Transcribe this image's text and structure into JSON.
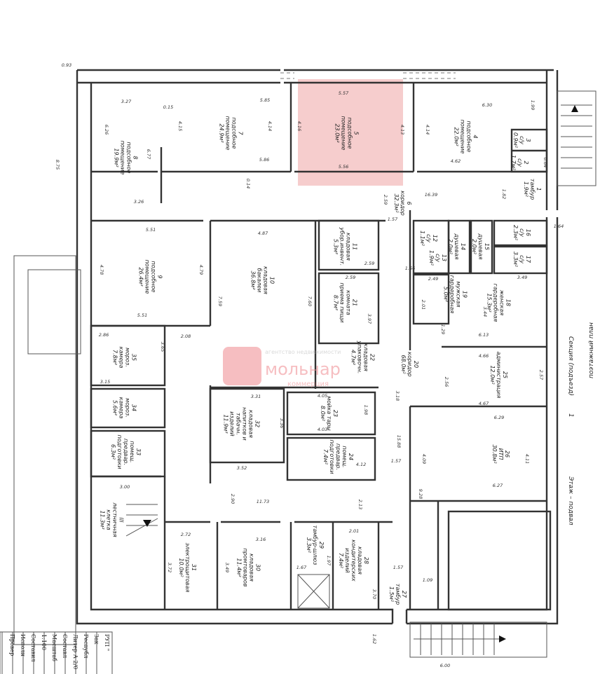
{
  "highlight_color": "#f4c4c4",
  "rooms": [
    {
      "number": "1",
      "name": "тамбур",
      "area": "1.9м²"
    },
    {
      "number": "2",
      "name": "с/у",
      "area": "1.7м²"
    },
    {
      "number": "3",
      "name": "с/у",
      "area": "0.9м²"
    },
    {
      "number": "4",
      "name": "подсобное помещение",
      "area": "22.0м²"
    },
    {
      "number": "5",
      "name": "подсобное помещение",
      "area": "23.0м²"
    },
    {
      "number": "6",
      "name": "коридор",
      "area": "32.3м²"
    },
    {
      "number": "7",
      "name": "подсобное помещение",
      "area": "24.9м²"
    },
    {
      "number": "8",
      "name": "подсобное помещение",
      "area": "19.9м²"
    },
    {
      "number": "9",
      "name": "подсобное помещение",
      "area": "26.4м²"
    },
    {
      "number": "10",
      "name": "кладовая бакалеи",
      "area": "36.8м²"
    },
    {
      "number": "11",
      "name": "кладовая убор.инвент.",
      "area": "5.3м²"
    },
    {
      "number": "12",
      "name": "с/у",
      "area": "1.1м²"
    },
    {
      "number": "13",
      "name": "с/у",
      "area": "1.9м²"
    },
    {
      "number": "14",
      "name": "душевая",
      "area": "2.0м²"
    },
    {
      "number": "15",
      "name": "душевая",
      "area": "2.0м²"
    },
    {
      "number": "16",
      "name": "с/у",
      "area": "2.3м²"
    },
    {
      "number": "17",
      "name": "с/у",
      "area": "3.3м²"
    },
    {
      "number": "18",
      "name": "женская гардеробная",
      "area": "15.3м²"
    },
    {
      "number": "19",
      "name": "мужская гардеробная",
      "area": "5.0м²"
    },
    {
      "number": "20",
      "name": "коридор",
      "area": "68.0м²"
    },
    {
      "number": "21",
      "name": "комната приема пищи",
      "area": "8.7м²"
    },
    {
      "number": "22",
      "name": "кладовая упаковочн.",
      "area": "4.7м²"
    },
    {
      "number": "23",
      "name": "мойка тары",
      "area": "8.0м²"
    },
    {
      "number": "24",
      "name": "помещ. предвар. подготовки",
      "area": "7.4м²"
    },
    {
      "number": "25",
      "name": "администрация",
      "area": "12.0м²"
    },
    {
      "number": "26",
      "name": "ИТП",
      "area": "30.8м²"
    },
    {
      "number": "27",
      "name": "тамбур",
      "area": "1.5м²"
    },
    {
      "number": "28",
      "name": "кладовая кондитерских изделий",
      "area": "7.4м²"
    },
    {
      "number": "29",
      "name": "тамбур-шлюз",
      "area": "3.3м²"
    },
    {
      "number": "30",
      "name": "кладовая промтоваров",
      "area": "11.4м²"
    },
    {
      "number": "31",
      "name": "электрощитовая",
      "area": "10.0м²"
    },
    {
      "number": "32",
      "name": "кладовая напитков и табачн. изделий",
      "area": "11.9м²"
    },
    {
      "number": "33",
      "name": "помещ. предвар. подготовки",
      "area": "6.3м²"
    },
    {
      "number": "34",
      "name": "мороз. камера",
      "area": "5.6м²"
    },
    {
      "number": "35",
      "name": "мороз. камера",
      "area": "7.8м²"
    },
    {
      "number": "III",
      "name": "лестничная клетка",
      "area": "11.3м²"
    }
  ],
  "dimensions": [
    "0.93",
    "8.75",
    "3.27",
    "0.15",
    "4.15",
    "6.26",
    "6.77",
    "3.26",
    "5.85",
    "4.14",
    "5.86",
    "0.14",
    "4.16",
    "5.57",
    "5.56",
    "4.13",
    "6.30",
    "4.14",
    "4.62",
    "1.99",
    "0.64",
    "1.82",
    "16.39",
    "2.59",
    "1.57",
    "1.64",
    "5.51",
    "4.78",
    "4.79",
    "5.51",
    "4.87",
    "7.59",
    "7.60",
    "2.59",
    "2.59",
    "3.97",
    "1.56",
    "2.49",
    "2.01",
    "3.49",
    "3.44",
    "6.13",
    "1.29",
    "2.86",
    "3.65",
    "3.15",
    "2.08",
    "3.31",
    "3.36",
    "3.52",
    "4.05",
    "4.03",
    "1.98",
    "4.12",
    "3.18",
    "15.88",
    "1.57",
    "4.66",
    "2.57",
    "2.56",
    "4.67",
    "6.29",
    "4.09",
    "4.11",
    "6.27",
    "9.28",
    "3.00",
    "2.90",
    "11.73",
    "2.72",
    "3.72",
    "3.16",
    "3.49",
    "2.01",
    "3.70",
    "1.57",
    "1.09",
    "1.62",
    "6.00",
    "2.13",
    "1.67",
    "1.97"
  ],
  "side_notes": {
    "section": "Секция (подъезд)",
    "section_no": "1",
    "floor": "Этаж – подвал",
    "plan": "поэтажный план"
  },
  "watermark": {
    "brand": "мольнар",
    "sub": "коммерция",
    "tagline": "агентство недвижимости"
  },
  "title_block": [
    "РУП \"",
    "Зак",
    "Республ",
    "Литер А 2/0",
    "Составл",
    "Масштаб",
    "1:100",
    "Составил",
    "Исполн",
    "Провер"
  ]
}
